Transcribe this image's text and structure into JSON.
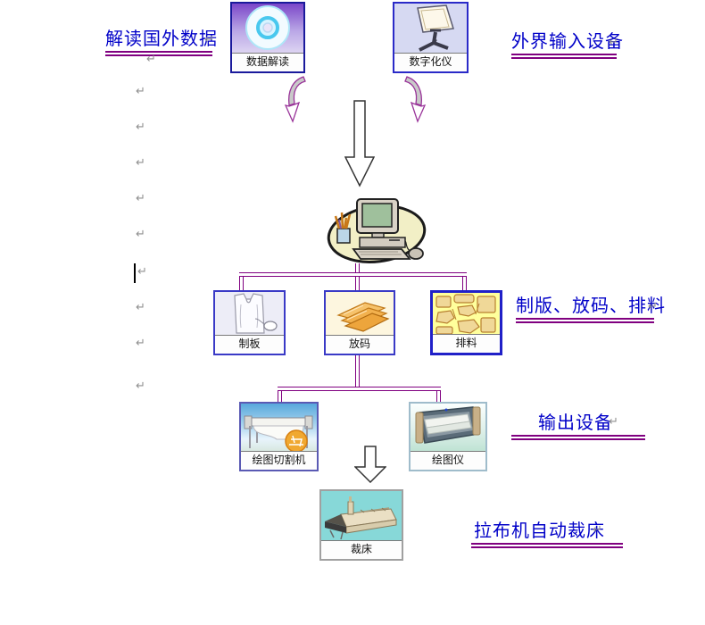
{
  "captions": [
    {
      "text": "解读国外数据"
    },
    {
      "text": "外界输入设备"
    },
    {
      "text": "制版、放码、排料"
    },
    {
      "text": "输出设备"
    },
    {
      "text": "拉布机自动裁床"
    }
  ],
  "boxes": [
    {
      "label": "数据解读",
      "icon": "cd-disc"
    },
    {
      "label": "数字化仪",
      "icon": "digitizer-tablet"
    },
    {
      "label": "制板",
      "icon": "garment-pattern-and-mouse"
    },
    {
      "label": "放码",
      "icon": "stacked-graded-layers"
    },
    {
      "label": "排料",
      "icon": "nested-marker-pieces"
    },
    {
      "label": "绘图切割机",
      "icon": "plotter-cutter-photo"
    },
    {
      "label": "绘图仪",
      "icon": "plotter-photo"
    },
    {
      "label": "裁床",
      "icon": "cutting-table-photo"
    }
  ],
  "center_image": "computer-clipart",
  "pmark": "↵",
  "colors": {
    "caption_text": "#0000C8",
    "underline": "#800080",
    "connector": "#800080",
    "curved_arrow_outline": "#993399",
    "hollow_arrow_outline": "#333333"
  }
}
